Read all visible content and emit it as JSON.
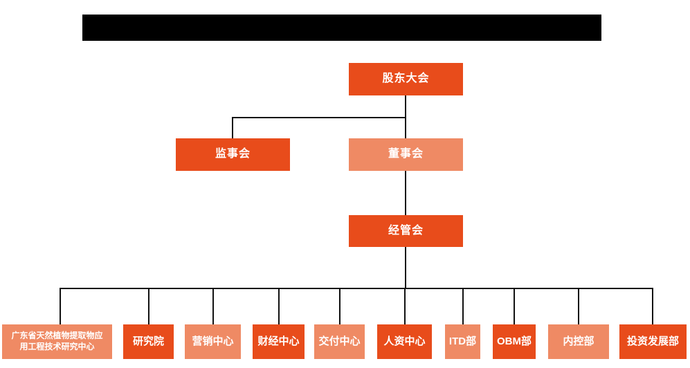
{
  "colors": {
    "primary_orange": "#e84c1b",
    "secondary_salmon": "#ef8a64",
    "connector_line": "#111111",
    "title_bar": "#000000",
    "box_text": "#ffffff",
    "background": "#ffffff"
  },
  "chart": {
    "type": "org-chart",
    "nodes": {
      "root": {
        "label": "股东大会",
        "variant": "primary"
      },
      "supervisory": {
        "label": "监事会",
        "variant": "primary"
      },
      "board": {
        "label": "董事会",
        "variant": "secondary"
      },
      "management": {
        "label": "经管会",
        "variant": "primary"
      },
      "departments": [
        {
          "label": "广东省天然植物提取物应\n用工程技术研究中心",
          "variant": "secondary"
        },
        {
          "label": "研究院",
          "variant": "primary"
        },
        {
          "label": "营销中心",
          "variant": "secondary"
        },
        {
          "label": "财经中心",
          "variant": "primary"
        },
        {
          "label": "交付中心",
          "variant": "secondary"
        },
        {
          "label": "人资中心",
          "variant": "primary"
        },
        {
          "label": "ITD部",
          "variant": "secondary"
        },
        {
          "label": "OBM部",
          "variant": "primary"
        },
        {
          "label": "内控部",
          "variant": "secondary"
        },
        {
          "label": "投资发展部",
          "variant": "primary"
        }
      ]
    }
  }
}
